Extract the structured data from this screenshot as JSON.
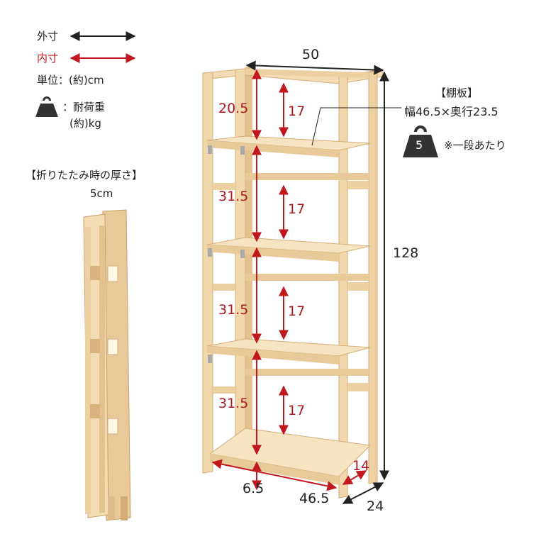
{
  "legend": {
    "outer_label": "外寸",
    "inner_label": "内寸",
    "unit_label": "単位：(約)cm",
    "load_label_line1": "：耐荷重",
    "load_label_line2": "(約)kg"
  },
  "folded": {
    "title": "【折りたたみ時の厚さ】",
    "value": "5cm"
  },
  "shelf_board": {
    "title": "【棚板】",
    "size": "幅46.5×奥行23.5",
    "load_value": "5",
    "load_note": "※一段あたり"
  },
  "dims": {
    "width": "50",
    "height": "128",
    "depth": "24",
    "top_outer": "20.5",
    "mid_outer_1": "31.5",
    "mid_outer_2": "31.5",
    "mid_outer_3": "31.5",
    "inner_1": "17",
    "inner_2": "17",
    "inner_3": "17",
    "inner_4": "17",
    "bottom_gap": "6.5",
    "inner_width": "46.5",
    "inner_depth": "14"
  },
  "colors": {
    "wood_light": "#f3dcb4",
    "wood_mid": "#e8c99a",
    "wood_dark": "#d4ad78",
    "inner_arrow": "#c0181e",
    "outer_arrow": "#222222"
  }
}
